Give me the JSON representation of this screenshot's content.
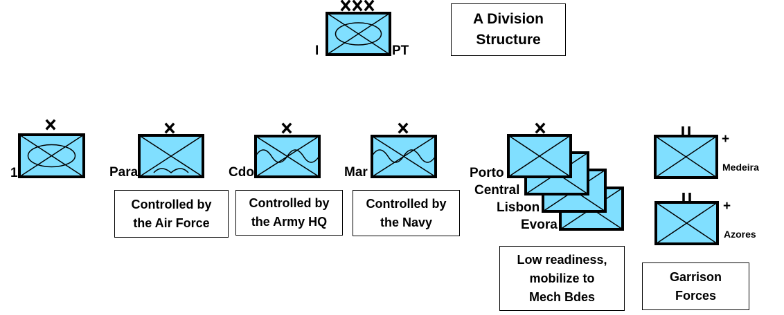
{
  "title_box": {
    "line1": "A Division",
    "line2": "Structure"
  },
  "division": {
    "left_label": "I",
    "right_label": "PT",
    "echelon_icon": "xxx-echelon-icon"
  },
  "units": [
    {
      "id": "bde-1",
      "label": "1",
      "type": "mechanized-infantry"
    },
    {
      "id": "para",
      "label": "Para",
      "type": "airborne-infantry"
    },
    {
      "id": "cdo",
      "label": "Cdo",
      "type": "amphibious-infantry"
    },
    {
      "id": "mar",
      "label": "Mar",
      "type": "amphibious-infantry"
    }
  ],
  "territorial": {
    "labels": [
      "Porto",
      "Central",
      "Lisbon",
      "Evora"
    ]
  },
  "garrisons": [
    {
      "label": "Medeira",
      "modifier": "+"
    },
    {
      "label": "Azores",
      "modifier": "+"
    }
  ],
  "notes": {
    "para": {
      "line1": "Controlled by",
      "line2": "the Air Force"
    },
    "cdo": {
      "line1": "Controlled by",
      "line2": "the Army HQ"
    },
    "mar": {
      "line1": "Controlled by",
      "line2": "the Navy"
    },
    "territorial": {
      "line1": "Low readiness,",
      "line2": "mobilize to",
      "line3": "Mech Bdes"
    },
    "garrison": {
      "line1": "Garrison",
      "line2": "Forces"
    }
  },
  "colors": {
    "symbol_fill": "#80dfff",
    "stroke": "#000000",
    "background": "#ffffff"
  }
}
